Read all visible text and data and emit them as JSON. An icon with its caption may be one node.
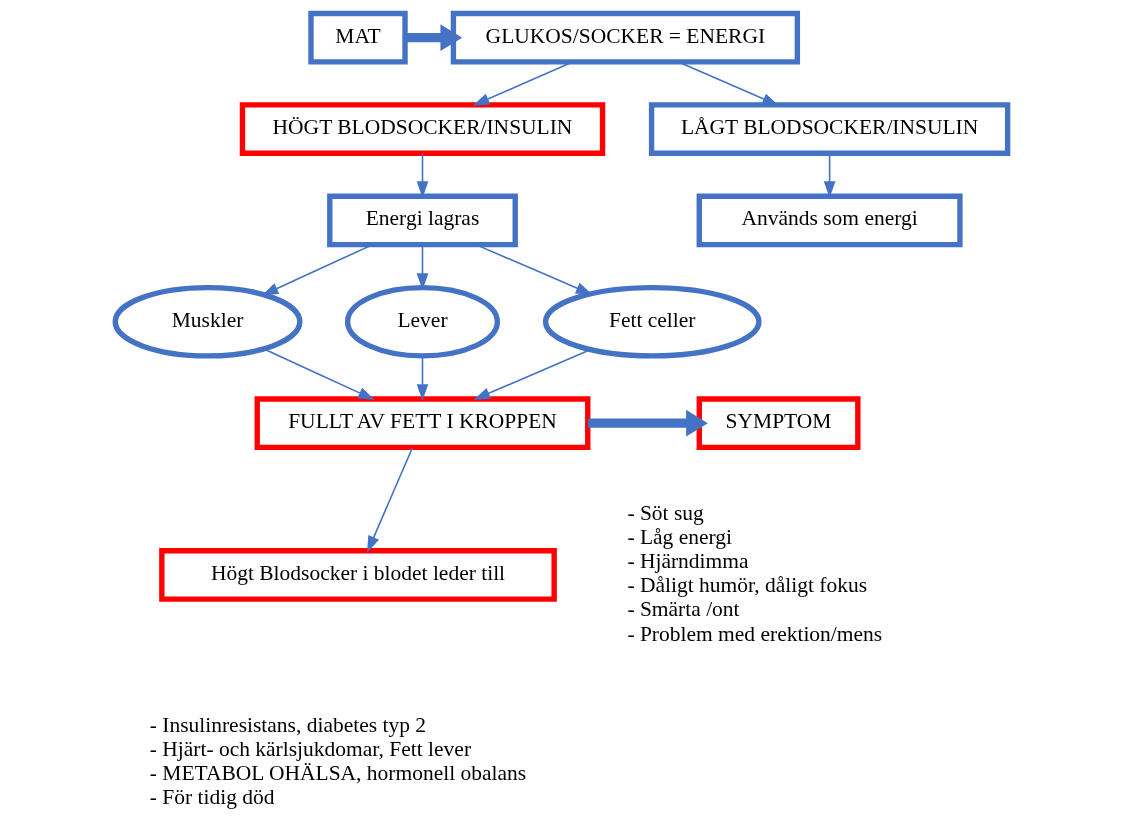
{
  "diagram": {
    "nodes": [
      {
        "text": [
          "MAT"
        ]
      },
      {
        "text": [
          "GLUKOS/SOCKER = ENERGI"
        ]
      },
      {
        "text": [
          "HÖGT BLODSOCKER/INSULIN"
        ]
      },
      {
        "text": [
          "LÅGT BLODSOCKER/INSULIN"
        ]
      },
      {
        "text": [
          "Energi lagras"
        ]
      },
      {
        "text": [
          "Används som energi"
        ]
      },
      {
        "text": [
          "Muskler"
        ]
      },
      {
        "text": [
          "Lever"
        ]
      },
      {
        "text": [
          "Fett celler"
        ]
      },
      {
        "text": [
          "FULLT AV FETT I KROPPEN"
        ]
      },
      {
        "text": [
          "SYMPTOM"
        ],
        "beside": [
          "- Söt sug",
          "- Låg energi",
          "- Hjärndimma",
          "- Dåligt humör, dåligt fokus",
          "- Smärta /ont",
          "- Problem med erektion/mens"
        ]
      },
      {
        "text": [
          "Högt Blodsocker i blodet leder till"
        ],
        "beside": [
          "- Insulinresistans, diabetes typ 2",
          "- Hjärt- och kärlsjukdomar, Fett lever",
          "- METABOL OHÄLSA, hormonell obalans",
          "- För tidig död"
        ]
      }
    ],
    "edges": [
      {
        "from": 0,
        "to": 1,
        "arrow": "to",
        "style": "thick"
      },
      {
        "from": 1,
        "to": 2,
        "arrow": "to"
      },
      {
        "from": 1,
        "to": 3,
        "arrow": "to"
      },
      {
        "from": 2,
        "to": 4,
        "arrow": "to"
      },
      {
        "from": 3,
        "to": 5,
        "arrow": "to"
      },
      {
        "from": 4,
        "to": 6,
        "arrow": "to"
      },
      {
        "from": 4,
        "to": 7,
        "arrow": "to"
      },
      {
        "from": 4,
        "to": 8,
        "arrow": "to"
      },
      {
        "from": 6,
        "to": 9,
        "arrow": "to"
      },
      {
        "from": 7,
        "to": 9,
        "arrow": "to"
      },
      {
        "from": 8,
        "to": 9,
        "arrow": "to"
      },
      {
        "from": 9,
        "to": 10,
        "arrow": "to",
        "style": "thick"
      },
      {
        "from": 9,
        "to": 11,
        "arrow": "to"
      }
    ]
  }
}
